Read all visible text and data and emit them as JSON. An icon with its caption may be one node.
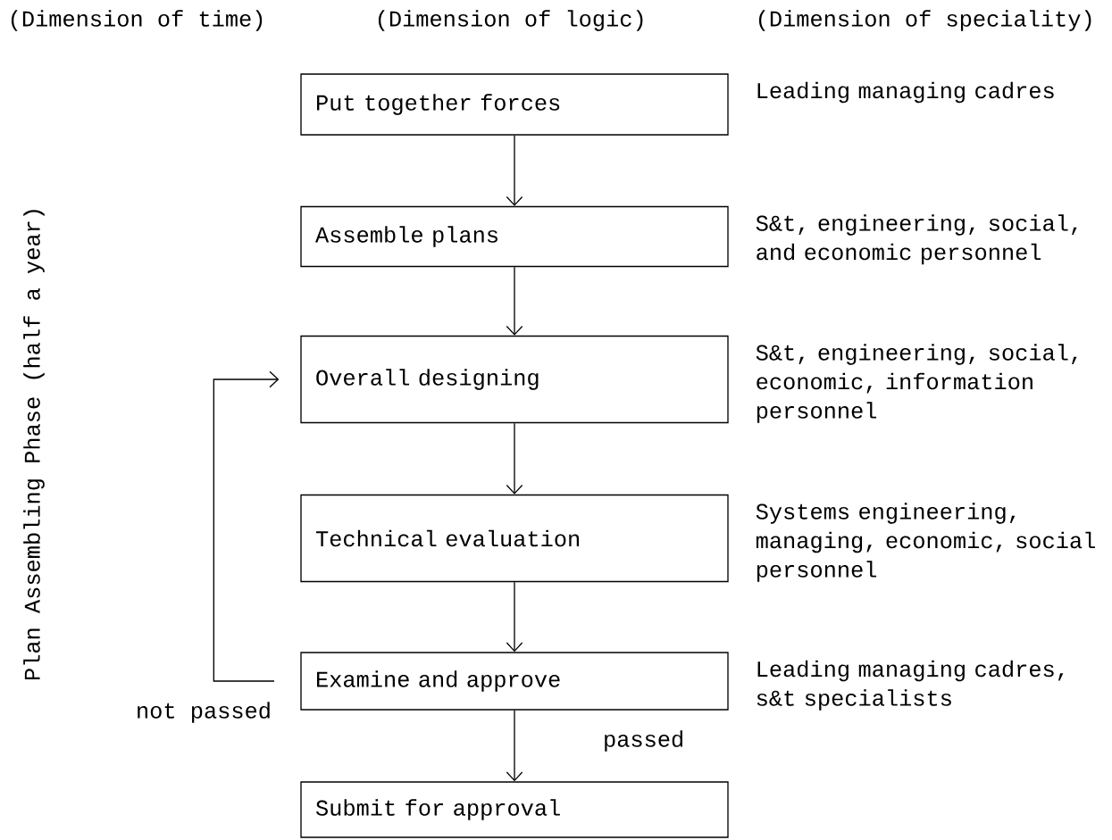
{
  "diagram": {
    "nodes": [
      {
        "text": [
          "Put together forces"
        ],
        "beside": [
          "Leading managing cadres"
        ]
      },
      {
        "text": [
          "Assemble plans"
        ],
        "beside": [
          "S&t, engineering, social, and economic personnel"
        ]
      },
      {
        "text": [
          "Overall designing"
        ],
        "beside": [
          "S&t, engineering, social, economic, information personnel"
        ]
      },
      {
        "text": [
          "Technical evaluation"
        ],
        "beside": [
          "Systems engineering, managing, economic, social personnel"
        ]
      },
      {
        "text": [
          "Examine and approve"
        ],
        "beside": [
          "Leading managing cadres, s&t specialists"
        ]
      },
      {
        "text": [
          "Submit for approval"
        ]
      }
    ],
    "edges": [
      {
        "from": 0,
        "to": 1,
        "arrow": "to"
      },
      {
        "from": 1,
        "to": 2,
        "arrow": "to"
      },
      {
        "from": 2,
        "to": 3,
        "arrow": "to"
      },
      {
        "from": 3,
        "to": 4,
        "arrow": "to"
      },
      {
        "from": 4,
        "to": 5,
        "arrow": "to",
        "label": "passed"
      },
      {
        "from": 4,
        "to": 2,
        "arrow": "to",
        "label": "not passed"
      }
    ],
    "labels": [
      "(Dimension of time)",
      "(Dimension of logic)",
      "(Dimension of speciality)",
      "Plan Assembling Phase (half a year)"
    ]
  }
}
